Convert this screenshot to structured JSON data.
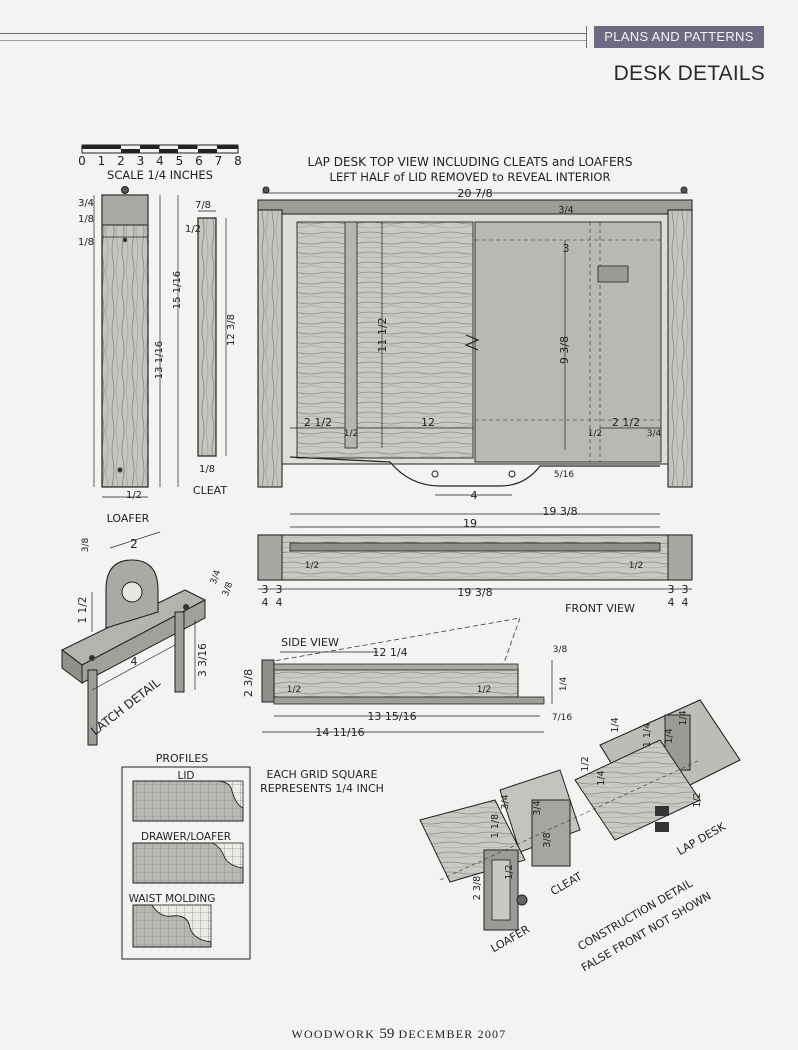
{
  "header": {
    "section": "PLANS AND PATTERNS",
    "title": "DESK DETAILS"
  },
  "scale": {
    "numbers": [
      "0",
      "1",
      "2",
      "3",
      "4",
      "5",
      "6",
      "7",
      "8"
    ],
    "label": "SCALE 1/4 INCHES"
  },
  "top_view": {
    "title": "LAP DESK TOP VIEW INCLUDING CLEATS and LOAFERS",
    "subtitle": "LEFT HALF of LID REMOVED to REVEAL INTERIOR",
    "dims": {
      "overall_width": "20 7/8",
      "back_rail": "3/4",
      "to_hinge": "3",
      "interior_depth": "9 3/8",
      "lid_depth": "11 1/2",
      "left_inset": "2 1/2",
      "left_small": "1/2",
      "interior_width": "12",
      "right_small": "1/2",
      "right_inset": "2 1/2",
      "right_edge": "3/4",
      "front_overhang": "5/16",
      "hand_hole": "4"
    }
  },
  "loafer": {
    "label": "LOAFER",
    "dims": {
      "top": "3/4",
      "a": "1/8",
      "b": "1/8",
      "total_height": "15 1/16",
      "lower": "13 1/16",
      "width": "1/2"
    }
  },
  "cleat": {
    "label": "CLEAT",
    "dims": {
      "top": "7/8",
      "top_small": "1/2",
      "length": "12 3/8",
      "bottom": "1/8"
    }
  },
  "front_view": {
    "label": "FRONT VIEW",
    "dims": {
      "inner": "19",
      "outer": "19 3/8",
      "left_inset": "1/2",
      "right_inset": "1/2",
      "bottom": "19 3/8",
      "left_a": "3",
      "left_b": "3",
      "left_c": "4",
      "left_d": "4",
      "right_a": "3",
      "right_b": "3",
      "right_c": "4",
      "right_d": "4"
    }
  },
  "latch_detail": {
    "label": "LATCH DETAIL",
    "dims": {
      "width": "2",
      "thickness": "3/8",
      "height": "1 1/2",
      "right": "3/4",
      "right_b": "3/8",
      "length": "4",
      "post": "3 3/16"
    }
  },
  "side_view": {
    "label": "SIDE VIEW",
    "dims": {
      "lid": "12 1/4",
      "left_h": "2 3/8",
      "left_in": "1/2",
      "right_in": "1/2",
      "top_r": "3/8",
      "mid_r": "1/4",
      "inner_len": "13 15/16",
      "overall_len": "14 11/16",
      "bottom_r": "7/16"
    }
  },
  "profiles": {
    "title": "PROFILES",
    "items": [
      "LID",
      "DRAWER/LOAFER",
      "WAIST MOLDING"
    ],
    "note_line1": "EACH GRID SQUARE",
    "note_line2": "REPRESENTS 1/4 INCH"
  },
  "construction": {
    "labels": [
      "LOAFER",
      "CLEAT",
      "LAP DESK"
    ],
    "title_line1": "CONSTRUCTION DETAIL",
    "title_line2": "FALSE FRONT NOT SHOWN",
    "dims": {
      "a": "1/4",
      "b": "1 1/4",
      "c": "1/2",
      "d": "1/4",
      "e": "3/4",
      "f": "3/4",
      "g": "1/2",
      "h": "1 1/8",
      "i": "3/8",
      "j": "2 3/8",
      "k": "1/2",
      "l": "1/4",
      "m": "1/4"
    }
  },
  "footer": {
    "left": "WOODWORK",
    "page": "59",
    "right": "DECEMBER 2007"
  }
}
